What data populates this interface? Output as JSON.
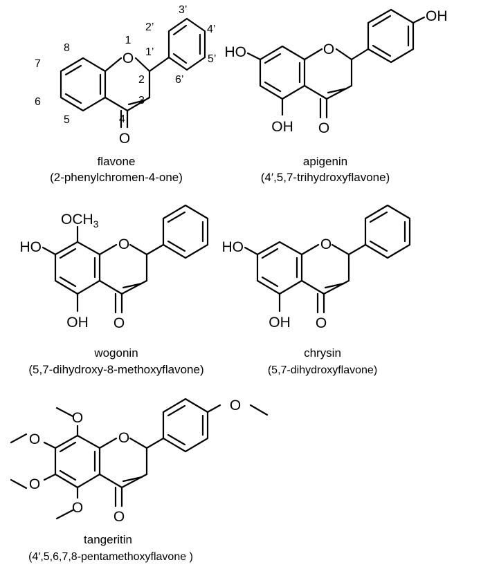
{
  "compounds": {
    "flavone": {
      "name": "flavone",
      "iupac": "(2-phenylchromen-4-one)"
    },
    "apigenin": {
      "name": "apigenin",
      "iupac": "(4′,5,7-trihydroxyflavone)"
    },
    "wogonin": {
      "name": "wogonin",
      "iupac": "(5,7-dihydroxy-8-methoxyflavone)"
    },
    "chrysin": {
      "name": "chrysin",
      "iupac": "(5,7-dihydroxyflavone)"
    },
    "tangeritin": {
      "name": "tangeritin",
      "iupac": "(4′,5,6,7,8-pentamethoxyflavone )"
    }
  },
  "atoms": {
    "O": "O",
    "OH": "OH",
    "HO": "HO",
    "OCH": "OCH",
    "three": "3"
  },
  "numbering": {
    "n1": "1",
    "n2": "2",
    "n3": "3",
    "n4": "4",
    "n5": "5",
    "n6": "6",
    "n7": "7",
    "n8": "8",
    "n1p": "1’",
    "n2p": "2’",
    "n3p": "3’",
    "n4p": "4’",
    "n5p": "5’",
    "n6p": "6’"
  }
}
